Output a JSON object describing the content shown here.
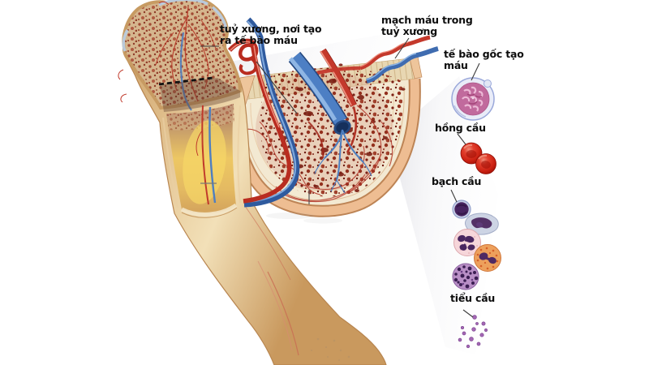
{
  "figure": {
    "type": "anatomical-diagram",
    "subject": "bone marrow and blood cell formation (hematopoiesis) in a femur"
  },
  "labels": {
    "marrow": "tuỷ xương, nơi tạo\nra tế bào máu",
    "vessels": "mạch máu trong\ntuỷ xương",
    "stem_cell": "tế bào gốc tạo\nmáu",
    "red_cell": "hồng cầu",
    "white_cell": "bạch cầu",
    "platelet": "tiểu cầu"
  },
  "colors": {
    "background": "#ffffff",
    "label_text": "#0d0d0d",
    "pointer_line": "#3c3c3c",
    "bone_cortex_tan": "#d9ab72",
    "spongy_marrow_red": "#8e3a28",
    "yellow_marrow": "#edc763",
    "artery_red": "#c0392b",
    "vein_blue": "#3f6cb0",
    "cross_section_cream": "#f3e9d2",
    "cortical_rim_peach": "#eebd92",
    "stem_cell_pink": "#c16a9d",
    "stem_cell_ring": "#e9ecf8",
    "rbc_red": "#cc2213",
    "wbc_nucleus_purple": "#4a2760",
    "neutrophil_pink": "#f6d6da",
    "eosinophil_orange": "#eda05c",
    "basophil_purple": "#b98fc6",
    "monocyte_gray_blue": "#cdd4e4",
    "lymphocyte_blue": "#c9d1e8",
    "platelet_purple": "#a468b4",
    "zoom_cone_gray": "#ececef"
  }
}
